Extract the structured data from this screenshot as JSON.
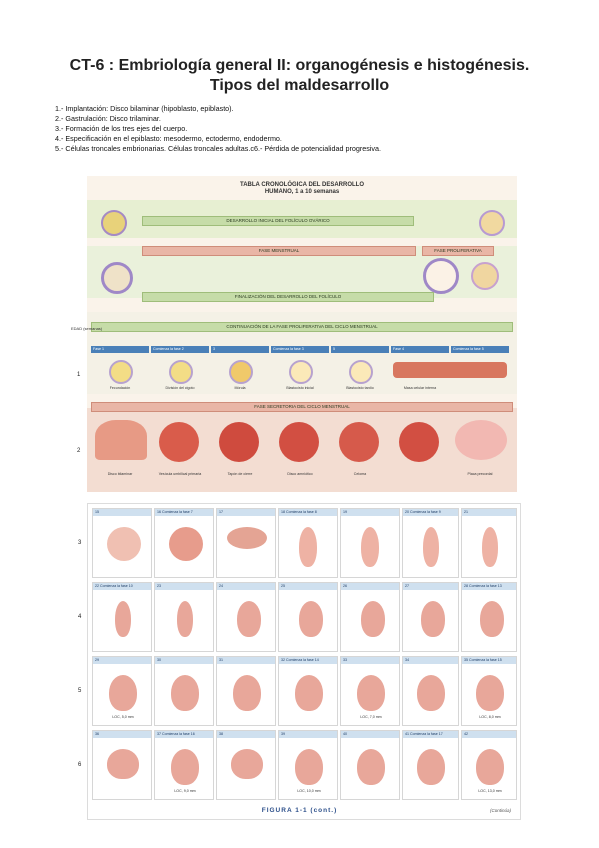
{
  "document": {
    "title_line1": "CT-6 : Embriología general II: organogénesis e histogénesis.",
    "title_line2": "Tipos del maldesarrollo",
    "items": [
      "1.- Implantación: Disco bilaminar (hipoblasto, epiblasto).",
      "2.- Gastrulación: Disco trilaminar.",
      "3.- Formación de los tres ejes del cuerpo.",
      "4.- Especificación en el epiblasto: mesodermo, ectodermo, endodermo.",
      "5.- Células troncales embrionarias. Células troncales adultas.c6.- Pérdida de potencialidad progresiva."
    ]
  },
  "figure_top": {
    "heading_line1": "TABLA CRONOLÓGICA DEL DESARROLLO",
    "heading_line2": "HUMANO, 1 a 10 semanas",
    "edad_label": "EDAD (semanas)",
    "row_numbers": [
      "1",
      "2"
    ],
    "arrows": [
      "DESARROLLO INICIAL DEL FOLÍCULO OVÁRICO",
      "FASE MENSTRUAL",
      "FASE PROLIFERATIVA",
      "FINALIZACIÓN DEL DESARROLLO DEL FOLÍCULO",
      "CONTINUACIÓN DE LA FASE PROLIFERATIVA DEL CICLO MENSTRUAL",
      "FASE SECRETORIA DEL CICLO MENSTRUAL"
    ],
    "stage_headers": [
      "Fase 1",
      "Comienza la fase 2",
      "3",
      "Comienza la fase 3",
      "5",
      "Fase 4",
      "Comienza la fase 5"
    ],
    "stage_captions": [
      "Fecundación",
      "División del cigoto",
      "Mórula",
      "Blastocisto inicial",
      "Blastocisto tardío",
      "Masa celular interna",
      ""
    ],
    "row2_captions": [
      "Disco bilaminar",
      "Vesícula umbilical primaria",
      "Tapón de cierre",
      "Disco amniótico",
      "Celoma",
      "",
      "Placa precordal"
    ]
  },
  "figure_bottom": {
    "row_numbers": [
      "3",
      "4",
      "5",
      "6"
    ],
    "row3_headers": [
      "15",
      "16 Comienza la fase 7",
      "17",
      "18 Comienza la fase 8",
      "19",
      "20 Comienza la fase 9",
      "21"
    ],
    "row4_headers": [
      "22 Comienza la fase 10",
      "23",
      "24",
      "25",
      "26",
      "27",
      "28 Comienza la fase 13"
    ],
    "row5_headers": [
      "29",
      "30",
      "31",
      "32 Comienza la fase 14",
      "33",
      "34",
      "35 Comienza la fase 15"
    ],
    "row6_headers": [
      "36",
      "37 Comienza la fase 16",
      "38",
      "39",
      "40",
      "41 Comienza la fase 17",
      "42"
    ],
    "captions": [
      "LOC, 5,0 mm",
      "LOC, 7,0 mm",
      "LOC, 8,0 mm",
      "LOC, 9,0 mm",
      "LOC, 10,0 mm",
      "LOC, 13,0 mm"
    ],
    "figure_label": "FIGURA 1-1 (cont.)",
    "continued": "(Continúa)"
  }
}
